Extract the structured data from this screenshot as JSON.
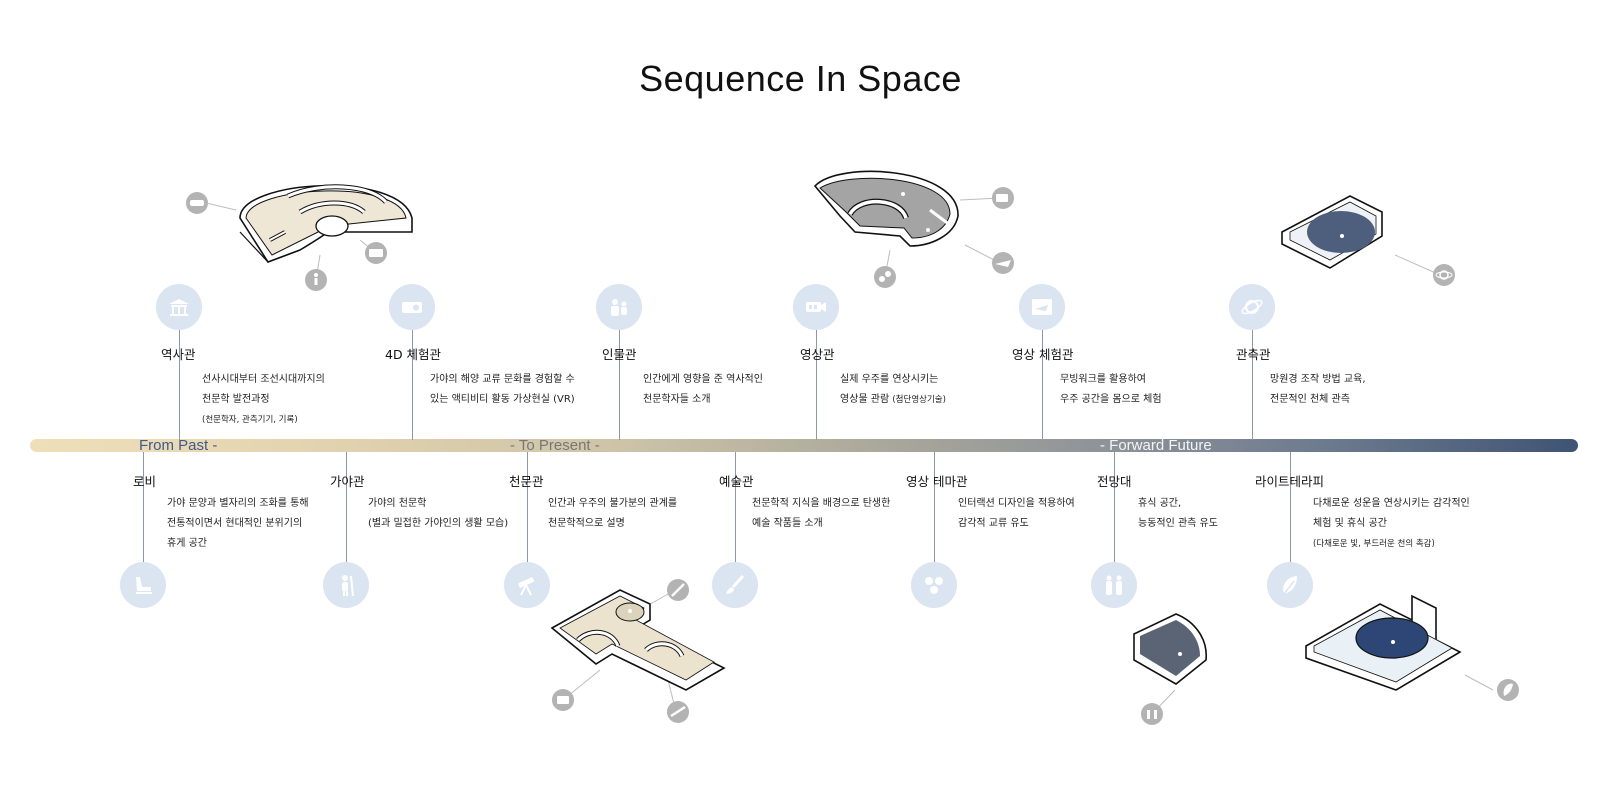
{
  "title": "Sequence In Space",
  "phases": {
    "past": "From Past -",
    "present": "- To Present -",
    "future": "- Forward Future"
  },
  "colors": {
    "bar_start": "#efdfb9",
    "bar_end": "#3f5373",
    "icon_bg": "#dbe4f1",
    "icon_fg": "#ffffff",
    "phase_past": "#3f5b8c",
    "phase_present": "#777777",
    "phase_future": "#f4f4f4"
  },
  "top": [
    {
      "label": "역사관",
      "icon": "palace-icon",
      "lines": [
        "선사시대부터 조선시대까지의",
        "천문학 발전과정"
      ],
      "note": "(천문학자, 관측기기, 기록)"
    },
    {
      "label": "4D 체험관",
      "icon": "projector-icon",
      "lines": [
        "가야의 해양 교류 문화를 경험할 수",
        "있는 액티비티 활동 가상현실 (VR)"
      ],
      "note": ""
    },
    {
      "label": "인물관",
      "icon": "people-icon",
      "lines": [
        "인간에게 영향을 준 역사적인",
        "천문학자들 소개"
      ],
      "note": ""
    },
    {
      "label": "영상관",
      "icon": "video-camera-icon",
      "lines": [
        "실제 우주를 연상시키는"
      ],
      "line2": "영상물 관람 ",
      "line2_note": "(첨단영상기술)",
      "note": ""
    },
    {
      "label": "영상 체험관",
      "icon": "ship-screen-icon",
      "lines": [
        "무빙워크를 활용하여",
        "우주 공간을 몸으로 체험"
      ],
      "note": ""
    },
    {
      "label": "관측관",
      "icon": "planet-icon",
      "lines": [
        "망원경 조작 방법 교육,",
        "전문적인 천체 관측"
      ],
      "note": ""
    }
  ],
  "bottom": [
    {
      "label": "로비",
      "icon": "lounge-chair-icon",
      "lines": [
        "가야 문양과 별자리의 조화를 통해",
        "전통적이면서 현대적인 분위기의",
        "휴게 공간"
      ],
      "note": ""
    },
    {
      "label": "가야관",
      "icon": "person-staff-icon",
      "lines": [
        "가야의 천문학",
        "(별과 밀접한 가야인의 생활 모습)"
      ],
      "note": ""
    },
    {
      "label": "천문관",
      "icon": "telescope-icon",
      "lines": [
        "인간과 우주의 불가분의 관계를",
        "천문학적으로 설명"
      ],
      "note": ""
    },
    {
      "label": "예술관",
      "icon": "paintbrush-icon",
      "lines": [
        "천문학적 지식을 배경으로 탄생한",
        "예술 작품들 소개"
      ],
      "note": ""
    },
    {
      "label": "영상 테마관",
      "icon": "interactive-objects-icon",
      "lines": [
        "인터랙션 디자인을 적용하여",
        "감각적 교류 유도"
      ],
      "note": ""
    },
    {
      "label": "전망대",
      "icon": "observation-people-icon",
      "lines": [
        "휴식 공간,",
        "능동적인 관측 유도"
      ],
      "note": ""
    },
    {
      "label": "라이트테라피",
      "icon": "leaf-light-icon",
      "lines": [
        "다채로운 성운을 연상시키는 감각적인",
        "체험 및 휴식 공간"
      ],
      "note": "(다채로운 빛, 부드러운 천의 촉감)"
    }
  ]
}
